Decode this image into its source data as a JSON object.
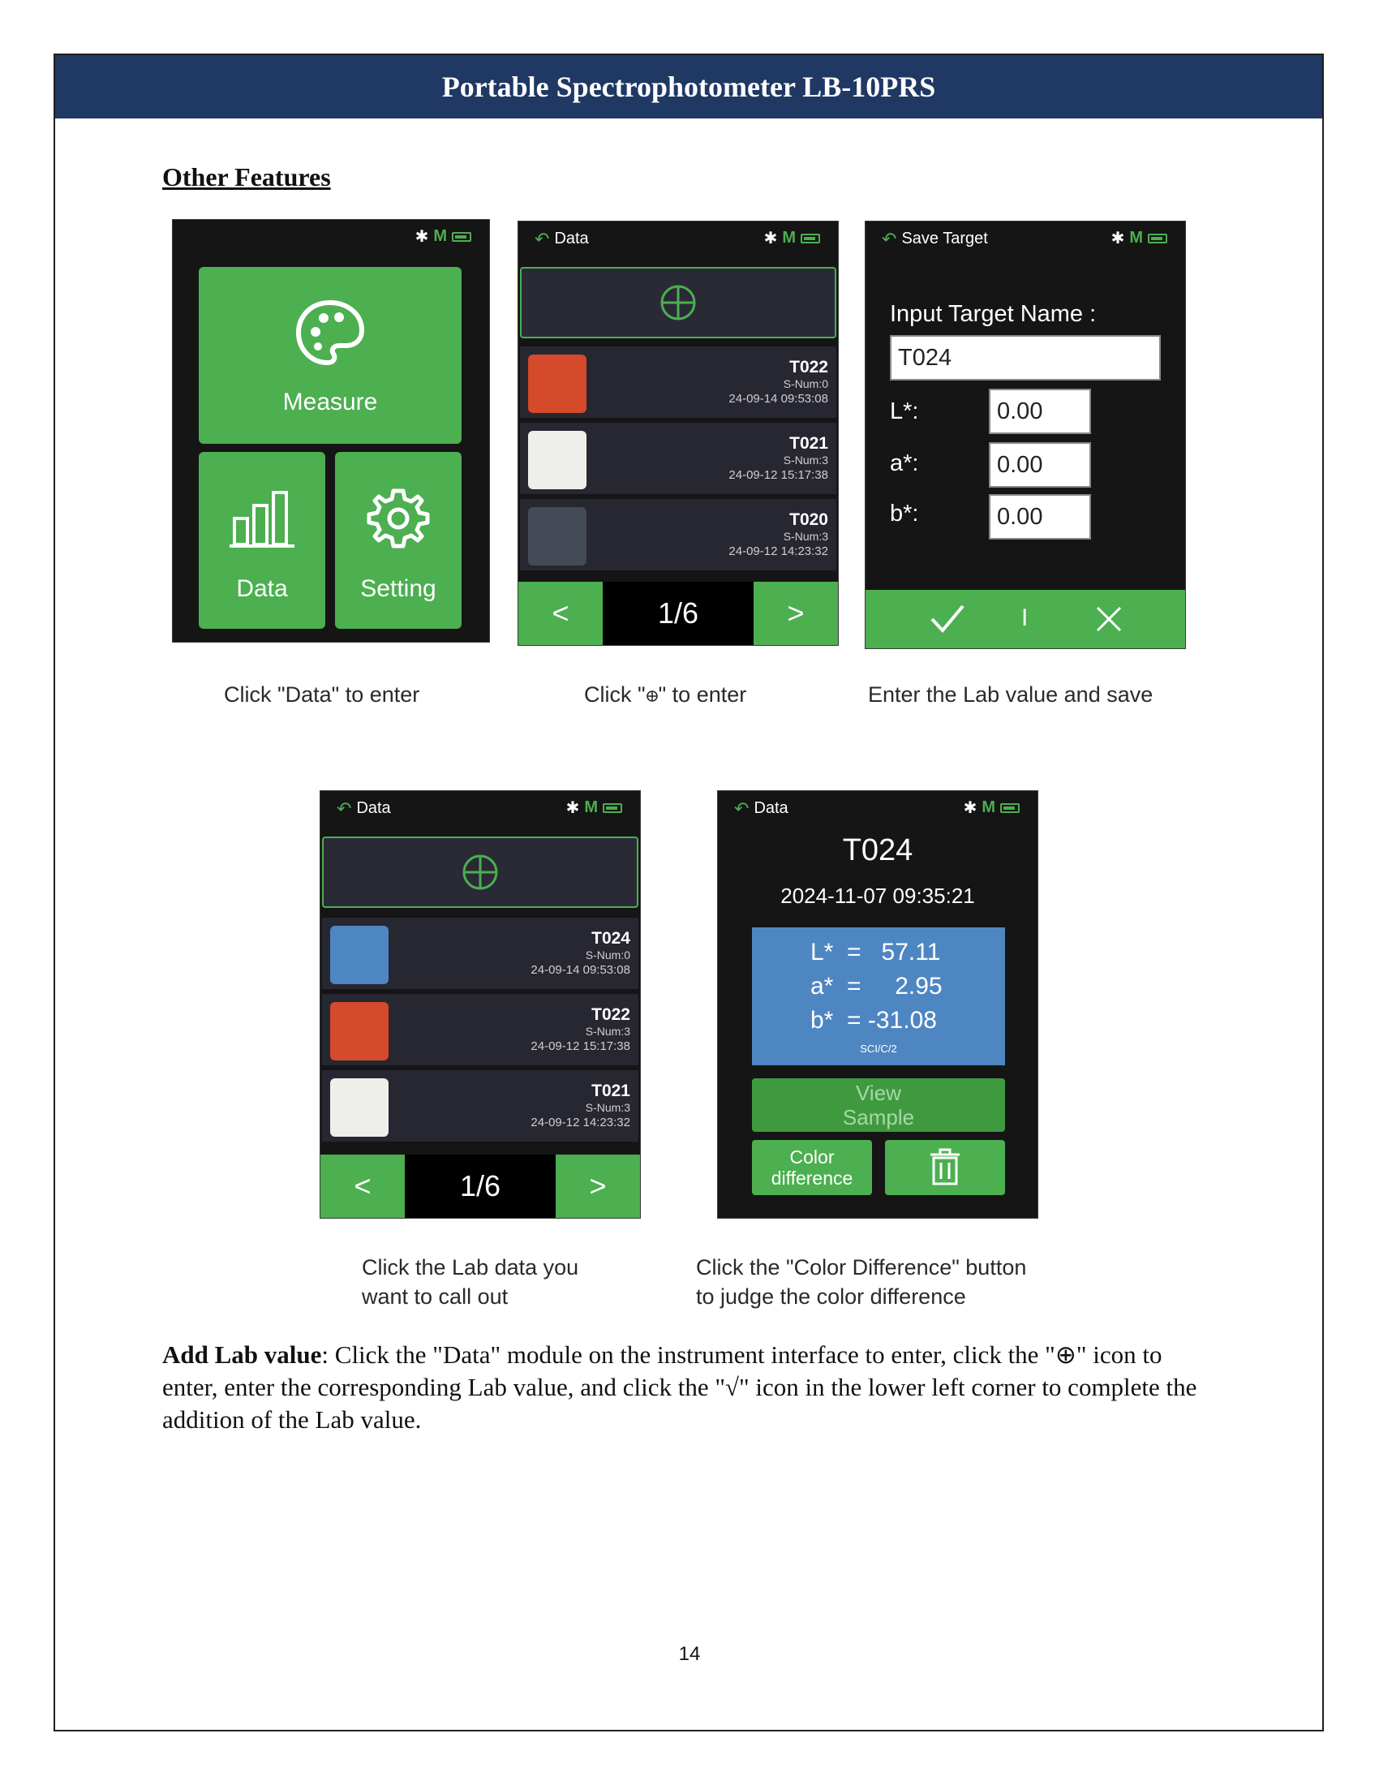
{
  "header": {
    "title": "Portable Spectrophotometer LB-10PRS"
  },
  "section": {
    "title": "Other Features"
  },
  "status": {
    "mode": "M"
  },
  "screen1": {
    "measure_label": "Measure",
    "data_label": "Data",
    "setting_label": "Setting",
    "caption": "Click \"Data\" to enter"
  },
  "screen2": {
    "back_label": "Data",
    "rows": [
      {
        "name": "T022",
        "snum": "S-Num:0",
        "date": "24-09-14 09:53:08",
        "color": "#d44a2a"
      },
      {
        "name": "T021",
        "snum": "S-Num:3",
        "date": "24-09-12 15:17:38",
        "color": "#eeeeea"
      },
      {
        "name": "T020",
        "snum": "S-Num:3",
        "date": "24-09-12 14:23:32",
        "color": "#444a56"
      }
    ],
    "prev": "<",
    "next": ">",
    "page": "1/6",
    "caption_before": "Click \"",
    "caption_after": "\" to enter"
  },
  "screen3": {
    "back_label": "Save Target",
    "prompt": "Input Target Name :",
    "name_value": "T024",
    "l_label": "L*:",
    "a_label": "a*:",
    "b_label": "b*:",
    "l_value": "0.00",
    "a_value": "0.00",
    "b_value": "0.00",
    "separator": "I",
    "caption": "Enter the Lab value and save"
  },
  "screen4": {
    "back_label": "Data",
    "rows": [
      {
        "name": "T024",
        "snum": "S-Num:0",
        "date": "24-09-14 09:53:08",
        "color": "#4e86c2"
      },
      {
        "name": "T022",
        "snum": "S-Num:3",
        "date": "24-09-12 15:17:38",
        "color": "#d44a2a"
      },
      {
        "name": "T021",
        "snum": "S-Num:3",
        "date": "24-09-12 14:23:32",
        "color": "#eeeeea"
      }
    ],
    "prev": "<",
    "next": ">",
    "page": "1/6",
    "caption_line1": "Click the Lab data you",
    "caption_line2": "want to call out"
  },
  "screen5": {
    "back_label": "Data",
    "name": "T024",
    "datetime": "2024-11-07 09:35:21",
    "l_line": "L*  =   57.11",
    "a_line": "a*  =     2.95",
    "b_line": "b*  = -31.08",
    "mode": "SCI/C/2",
    "view_line1": "View",
    "view_line2": "Sample",
    "diff_line1": "Color",
    "diff_line2": "difference",
    "caption_line1": "Click the \"Color Difference\" button",
    "caption_line2": "to judge the color difference"
  },
  "paragraph": {
    "bold": "Add Lab value",
    "text": ": Click the \"Data\" module on the instrument interface to enter, click the \"⊕\" icon to enter, enter the corresponding Lab value, and click the \"√\" icon in the lower left corner to complete the addition of the Lab value."
  },
  "footer": {
    "page_number": "14"
  }
}
